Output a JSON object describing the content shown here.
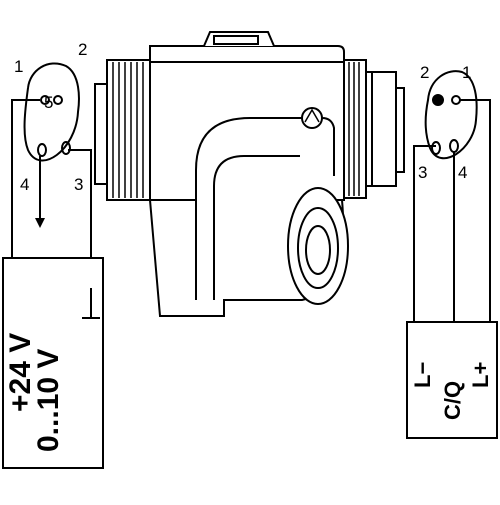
{
  "left_connector": {
    "pins": [
      "1",
      "2",
      "3",
      "4",
      "5"
    ],
    "center_pin": "5"
  },
  "left_box": {
    "supply": "+24 V",
    "signal": "0...10 V",
    "ground": "⊥"
  },
  "right_connector": {
    "pins": [
      "1",
      "2",
      "3",
      "4"
    ]
  },
  "right_box": {
    "l_minus": "L−",
    "cq": "C/Q",
    "l_plus": "L+"
  },
  "colors": {
    "line": "#000000",
    "background": "#ffffff"
  }
}
